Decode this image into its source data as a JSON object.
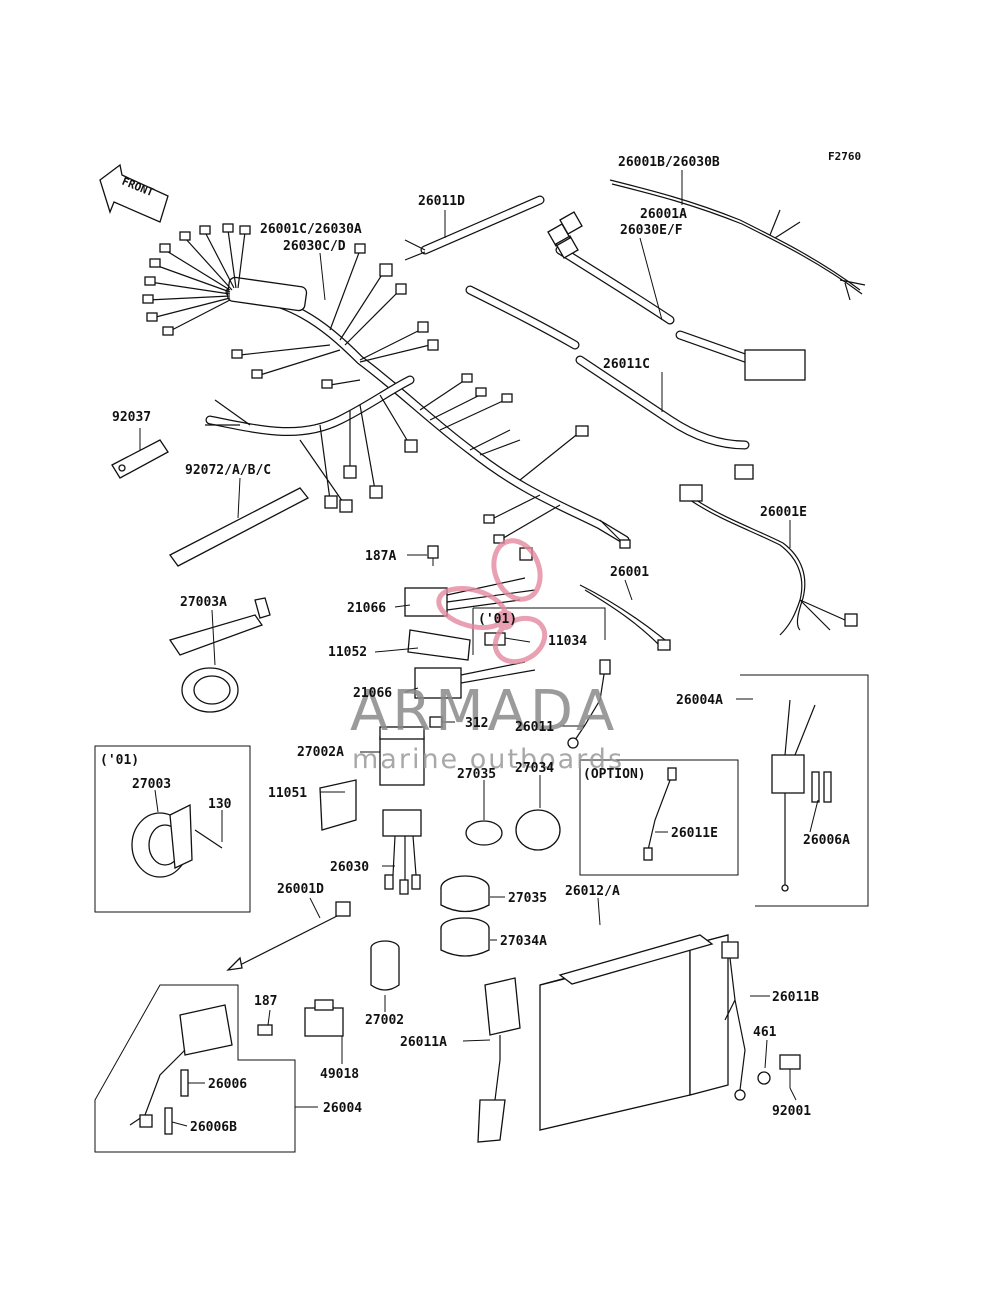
{
  "figure_code": "F2760",
  "front_label": "FRONT",
  "watermark": {
    "brand": "ARMADA",
    "tagline": "marine outboards",
    "logo_color": "#e3899f"
  },
  "part_labels": {
    "p26001B_26030B": "26001B/26030B",
    "p26011D": "26011D",
    "p26001C_26030A": "26001C/26030A",
    "p26030C_D": "26030C/D",
    "p26001A": "26001A",
    "p26030E_F": "26030E/F",
    "p26011C": "26011C",
    "p92037": "92037",
    "p92072": "92072/A/B/C",
    "p26001E": "26001E",
    "p187A": "187A",
    "p26001": "26001",
    "p27003A": "27003A",
    "p21066_top": "21066",
    "p01_small": "('01)",
    "p11034": "11034",
    "p11052": "11052",
    "p21066_bottom": "21066",
    "p312": "312",
    "p26011": "26011",
    "p26004A": "26004A",
    "p01_box": "('01)",
    "p27002A": "27002A",
    "p27035_top": "27035",
    "p27034": "27034",
    "p27003": "27003",
    "p130": "130",
    "p11051": "11051",
    "option": "(OPTION)",
    "p26011E": "26011E",
    "p26006A": "26006A",
    "p26030": "26030",
    "p26001D": "26001D",
    "p27035_bottom": "27035",
    "p26012": "26012/A",
    "p27034A": "27034A",
    "p26011B": "26011B",
    "p187": "187",
    "p27002": "27002",
    "p26011A": "26011A",
    "p461": "461",
    "p49018": "49018",
    "p92001": "92001",
    "p26006": "26006",
    "p26004": "26004",
    "p26006B": "26006B"
  }
}
